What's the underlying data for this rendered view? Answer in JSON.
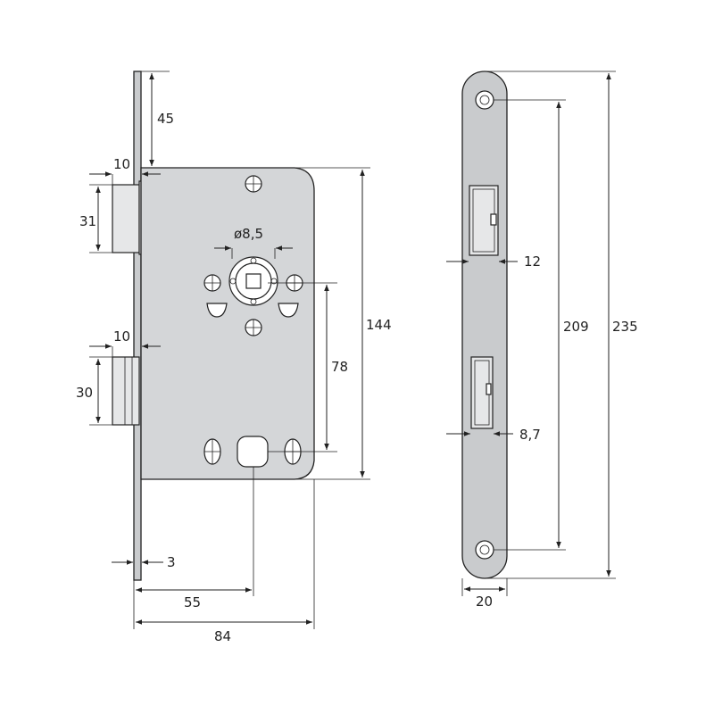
{
  "colors": {
    "body": "#d4d6d8",
    "plate": "#c9cbcd",
    "line": "#222222"
  },
  "dimensions": {
    "top_offset": "45",
    "latch_depth": "10",
    "latch_height": "31",
    "bolt_depth": "10",
    "bolt_height": "30",
    "spindle": "ø8,5",
    "center_distance": "78",
    "case_height": "144",
    "forend_thickness": "3",
    "backset": "55",
    "case_depth": "84",
    "latch_opening": "12",
    "bolt_opening": "8,7",
    "screw_distance": "209",
    "plate_length": "235",
    "plate_width": "20"
  }
}
